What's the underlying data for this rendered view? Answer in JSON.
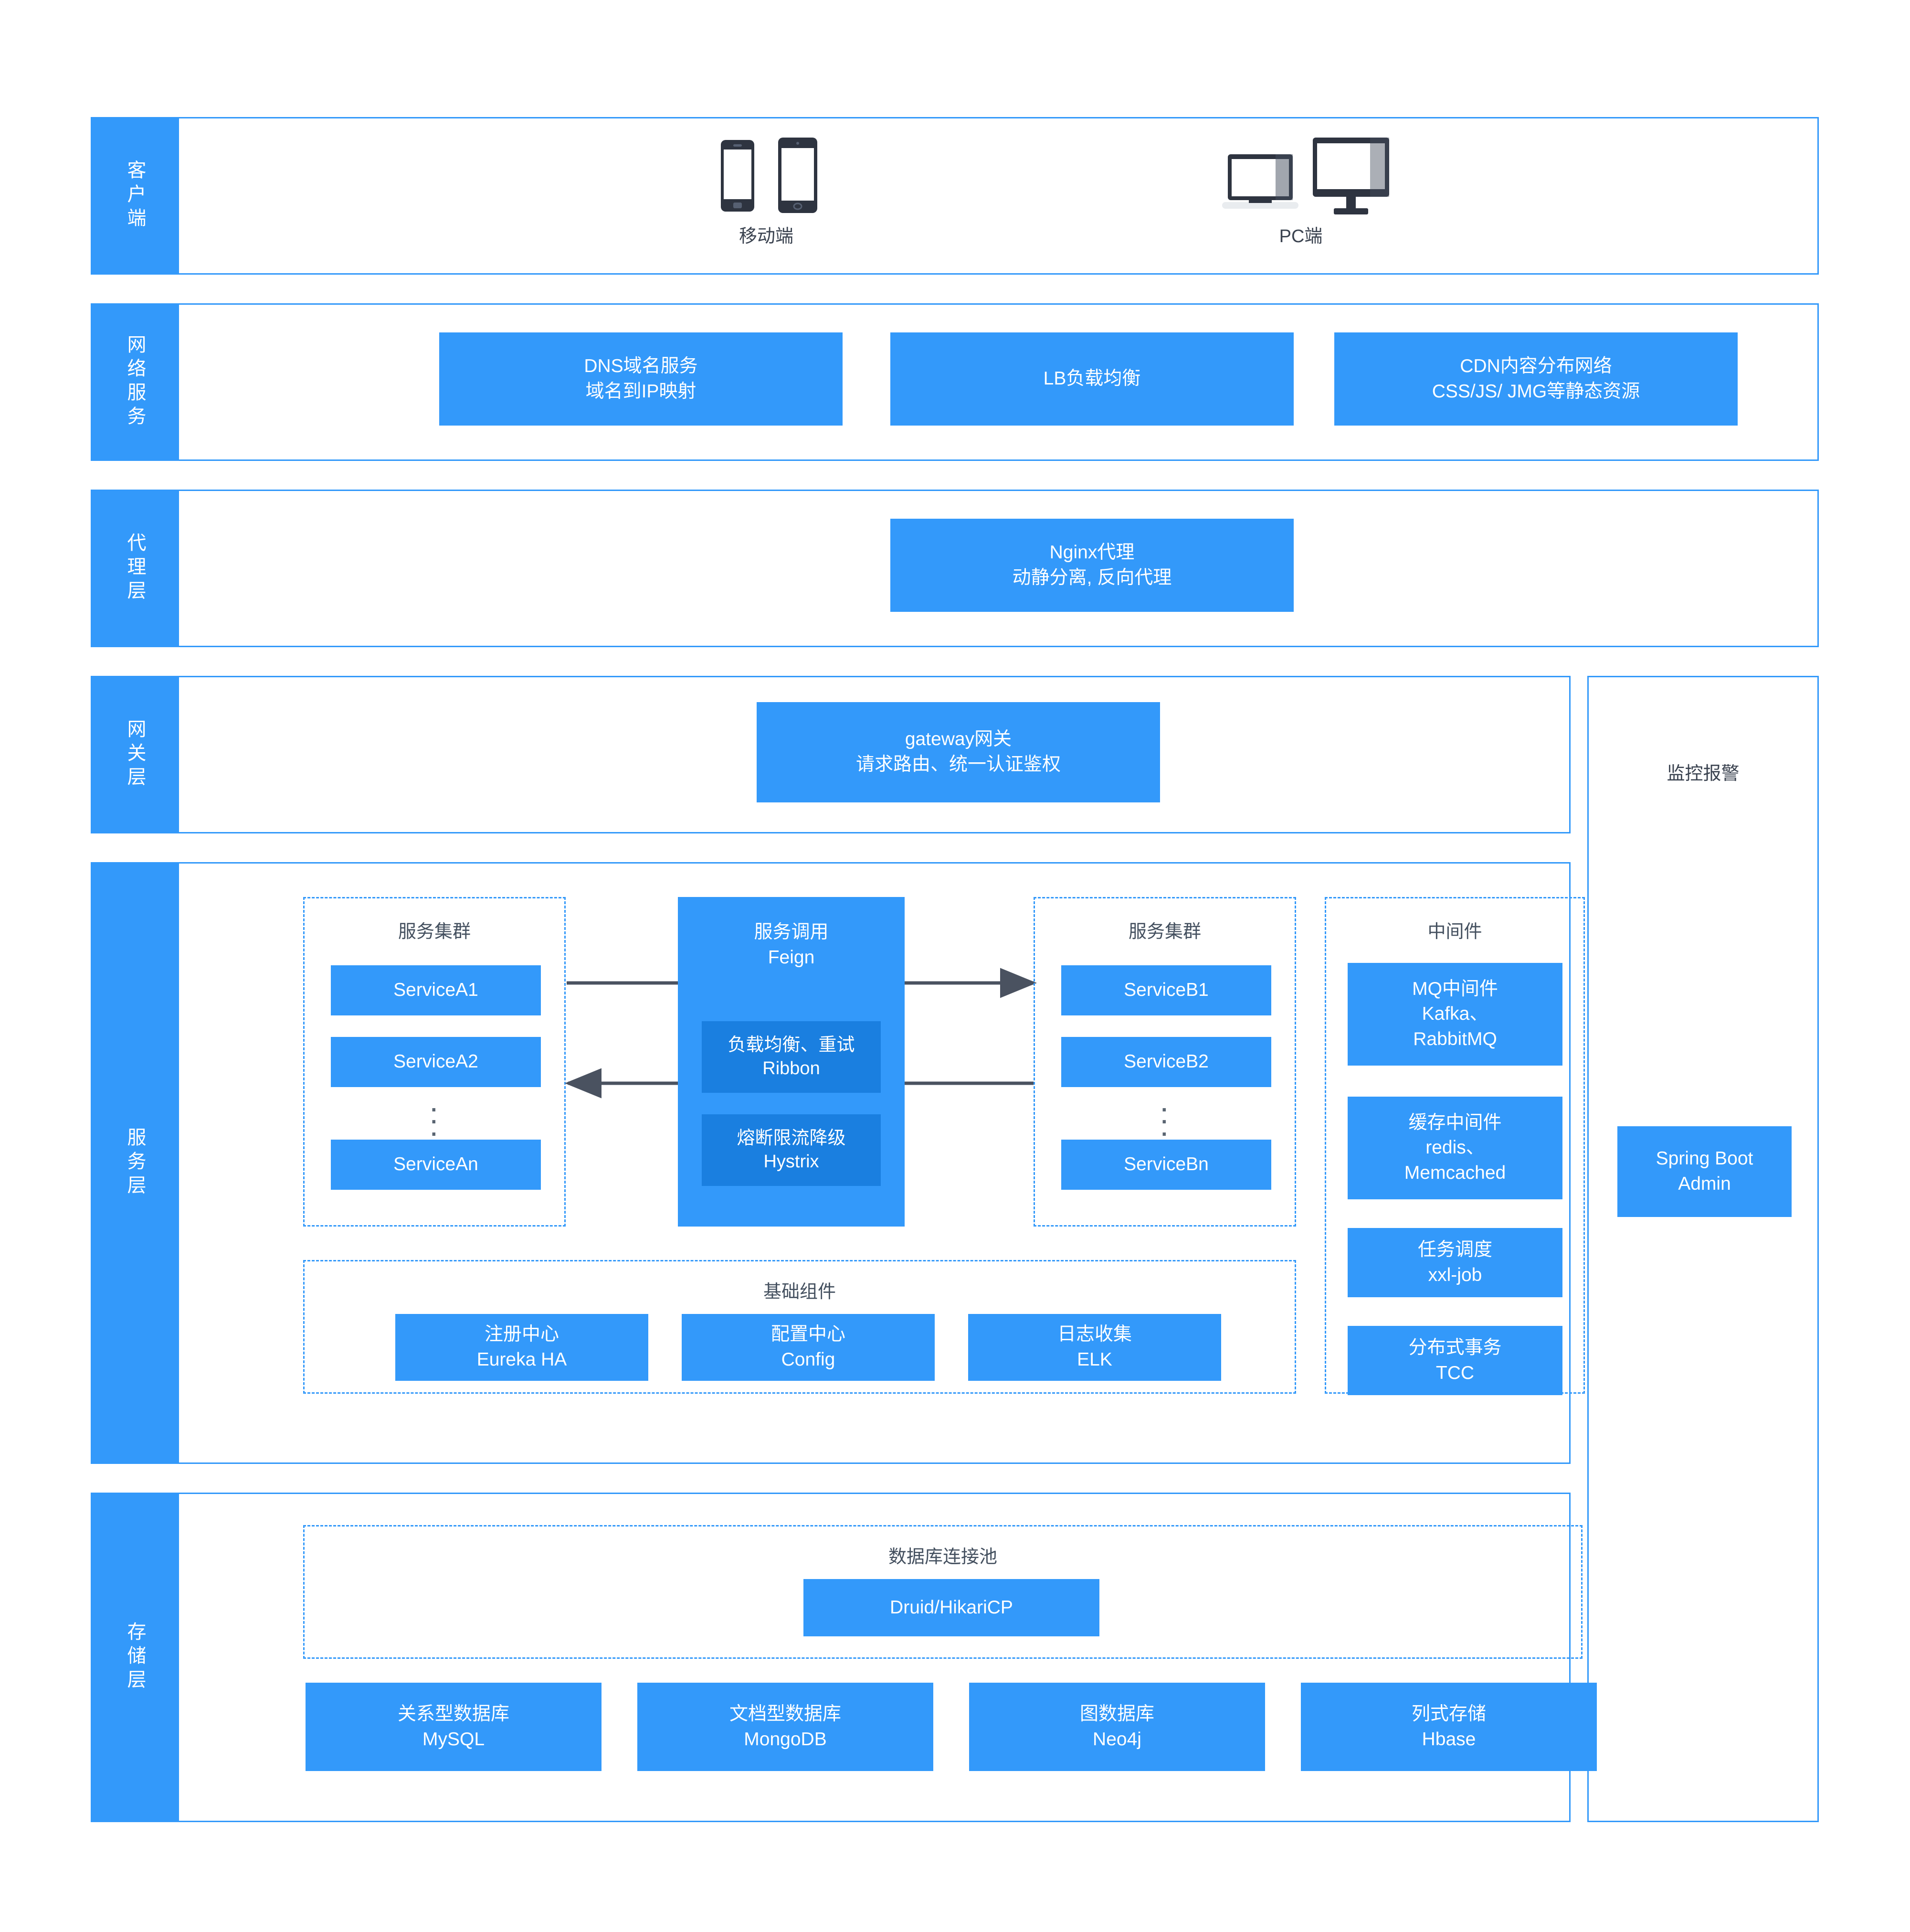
{
  "accent": "#3399fa",
  "accent_dark": "#1a7fe0",
  "text_dark": "#3b4350",
  "rows": {
    "client": {
      "label": "客户端"
    },
    "network": {
      "label": "网络服务"
    },
    "proxy": {
      "label": "代理层"
    },
    "gateway": {
      "label": "网关层"
    },
    "service": {
      "label": "服务层"
    },
    "storage": {
      "label": "存储层"
    }
  },
  "client": {
    "mobile_caption": "移动端",
    "pc_caption": "PC端",
    "icons": [
      "phone-icon",
      "tablet-icon",
      "laptop-icon",
      "monitor-icon"
    ]
  },
  "network": {
    "boxes": [
      {
        "line1": "DNS域名服务",
        "line2": "域名到IP映射"
      },
      {
        "line1": "LB负载均衡",
        "line2": ""
      },
      {
        "line1": "CDN内容分布网络",
        "line2": "CSS/JS/ JMG等静态资源"
      }
    ]
  },
  "proxy": {
    "box": {
      "line1": "Nginx代理",
      "line2": "动静分离, 反向代理"
    }
  },
  "gateway": {
    "box": {
      "line1": "gateway网关",
      "line2": "请求路由、统一认证鉴权"
    }
  },
  "monitor": {
    "title": "监控报警",
    "box": {
      "line1": "Spring Boot",
      "line2": "Admin"
    }
  },
  "service": {
    "cluster_a": {
      "title": "服务集群",
      "items": [
        "ServiceA1",
        "ServiceA2",
        "ServiceAn"
      ],
      "ellipsis": "⋮"
    },
    "cluster_b": {
      "title": "服务集群",
      "items": [
        "ServiceB1",
        "ServiceB2",
        "ServiceBn"
      ],
      "ellipsis": "⋮"
    },
    "feign": {
      "line1": "服务调用",
      "line2": "Feign",
      "inner": [
        {
          "line1": "负载均衡、重试",
          "line2": "Ribbon"
        },
        {
          "line1": "熔断限流降级",
          "line2": "Hystrix"
        }
      ]
    },
    "middleware": {
      "title": "中间件",
      "items": [
        {
          "line1": "MQ中间件",
          "line2": "Kafka、",
          "line3": "RabbitMQ"
        },
        {
          "line1": "缓存中间件",
          "line2": "redis、",
          "line3": "Memcached"
        },
        {
          "line1": "任务调度",
          "line2": "xxl-job",
          "line3": ""
        },
        {
          "line1": "分布式事务",
          "line2": "TCC",
          "line3": ""
        }
      ]
    },
    "basic": {
      "title": "基础组件",
      "items": [
        {
          "line1": "注册中心",
          "line2": "Eureka HA"
        },
        {
          "line1": "配置中心",
          "line2": "Config"
        },
        {
          "line1": "日志收集",
          "line2": "ELK"
        }
      ]
    }
  },
  "storage": {
    "pool": {
      "title": "数据库连接池",
      "box": "Druid/HikariCP"
    },
    "databases": [
      {
        "line1": "关系型数据库",
        "line2": "MySQL"
      },
      {
        "line1": "文档型数据库",
        "line2": "MongoDB"
      },
      {
        "line1": "图数据库",
        "line2": "Neo4j"
      },
      {
        "line1": "列式存储",
        "line2": "Hbase"
      }
    ]
  }
}
